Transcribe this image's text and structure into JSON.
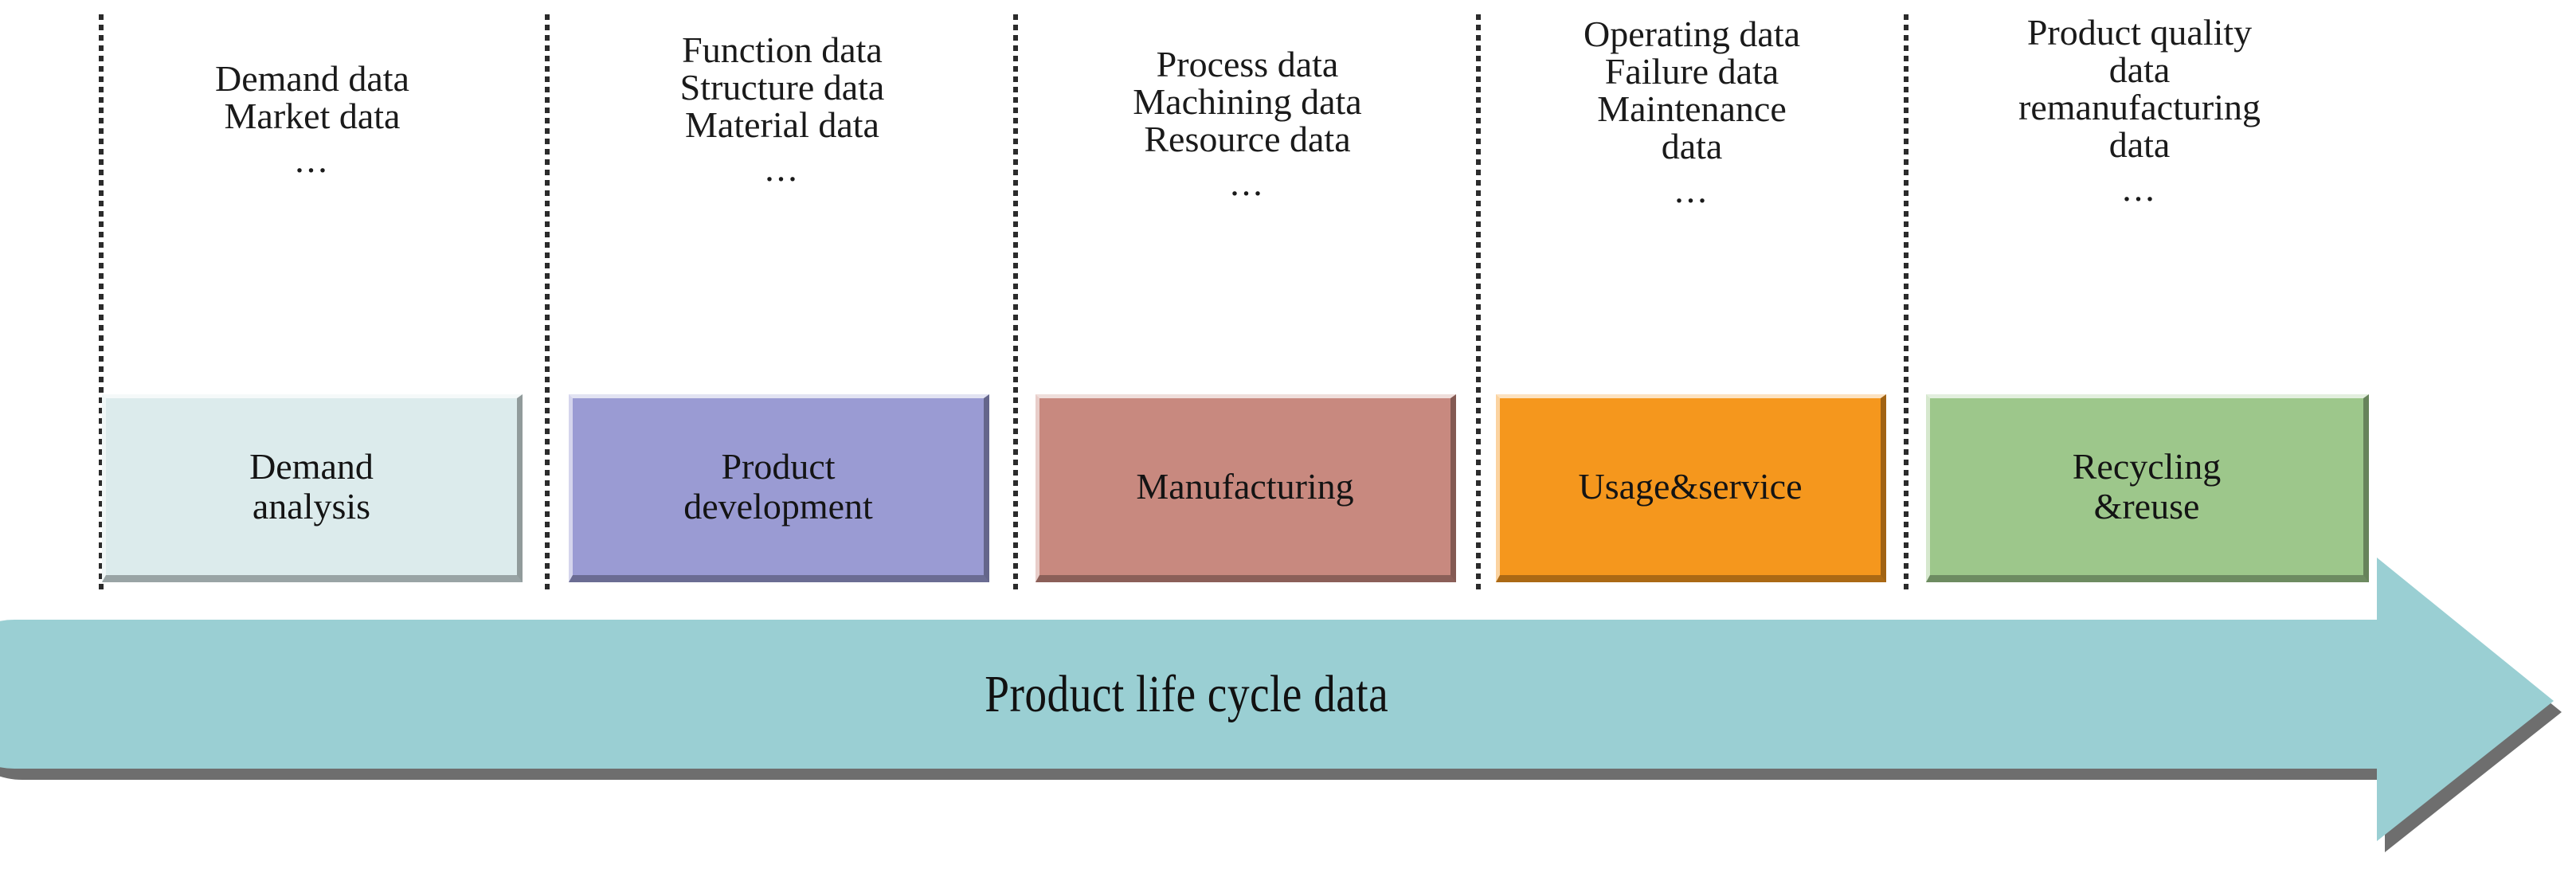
{
  "diagram": {
    "title": "Product life cycle data",
    "arrow_label": "Product life cycle data",
    "ellipsis": "...",
    "colors": {
      "arrow_fill": "#9ACFD3",
      "arrow_shadow": "#6E6E6E",
      "divider": "#2b2b2b",
      "background": "#FFFFFF",
      "text": "#1a1a1a"
    },
    "stages": [
      {
        "id": "demand-analysis",
        "box_label": "Demand\nanalysis",
        "box_label_line1": "Demand",
        "box_label_line2": "analysis",
        "box_color": "#DCEBEC",
        "data_items": [
          "Demand data",
          "Market data"
        ],
        "ellipsis": "..."
      },
      {
        "id": "product-development",
        "box_label": "Product\ndevelopment",
        "box_label_line1": "Product",
        "box_label_line2": "development",
        "box_color": "#9A9BD3",
        "data_items": [
          "Function data",
          "Structure data",
          "Material data"
        ],
        "ellipsis": "..."
      },
      {
        "id": "manufacturing",
        "box_label": "Manufacturing",
        "box_label_line1": "Manufacturing",
        "box_label_line2": "",
        "box_color": "#C8897F",
        "data_items": [
          "Process data",
          "Machining data",
          "Resource data"
        ],
        "ellipsis": "..."
      },
      {
        "id": "usage-service",
        "box_label": "Usage&service",
        "box_label_line1": "Usage&service",
        "box_label_line2": "",
        "box_color": "#F5971D",
        "data_items": [
          "Operating data",
          "Failure data",
          "Maintenance",
          "data"
        ],
        "ellipsis": "..."
      },
      {
        "id": "recycling-reuse",
        "box_label": "Recycling\n&reuse",
        "box_label_line1": "Recycling",
        "box_label_line2": "&reuse",
        "box_color": "#9DC78B",
        "data_items": [
          "Product quality",
          "data",
          "remanufacturing",
          "data"
        ],
        "ellipsis": "..."
      }
    ]
  }
}
